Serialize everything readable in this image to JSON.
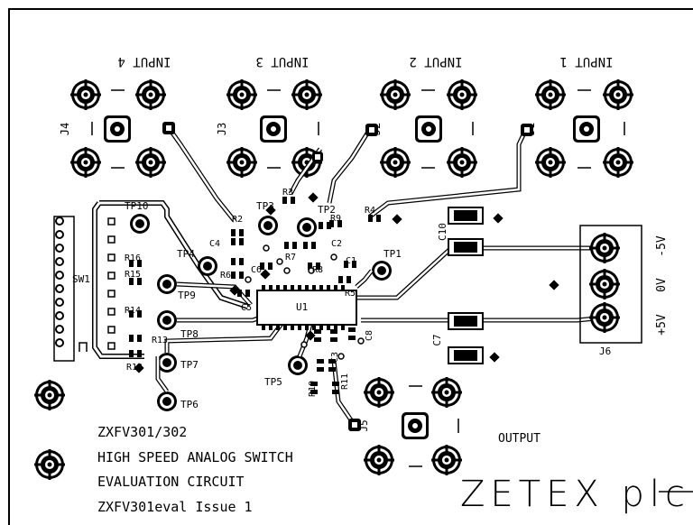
{
  "board": {
    "inputs": [
      "INPUT 4",
      "INPUT 3",
      "INPUT 2",
      "INPUT 1"
    ],
    "connectors": [
      "J4",
      "J3",
      "J2",
      "J1",
      "J5",
      "J6"
    ],
    "test_points": [
      "TP10",
      "TP4",
      "TP3",
      "TP2",
      "TP1",
      "TP9",
      "TP8",
      "TP7",
      "TP6",
      "TP5"
    ],
    "components": {
      "R16": "R16",
      "R15": "R15",
      "R14": "R14",
      "R13": "R13",
      "R12": "R12",
      "R2": "R2",
      "R3": "R3",
      "R4": "R4",
      "R5": "R5",
      "R6": "R6",
      "R7": "R7",
      "R8": "R8",
      "R9": "R9",
      "R10": "R10",
      "R11": "R11",
      "C1": "C1",
      "C2": "C2",
      "C3": "C3",
      "C4": "C4",
      "C5": "C5",
      "C6": "C6",
      "C7": "C7",
      "C8": "C8",
      "C10": "C10",
      "U1": "U1",
      "SW1": "SW1"
    },
    "power_labels": {
      "neg": "-5V",
      "zero": "0V",
      "pos": "+5V"
    },
    "output_label": "OUTPUT",
    "title_lines": [
      "ZXFV301/302",
      "HIGH SPEED ANALOG SWITCH",
      "EVALUATION CIRCUIT",
      "ZXFV301eval   Issue 1"
    ],
    "brand": "ZETEX plc"
  }
}
